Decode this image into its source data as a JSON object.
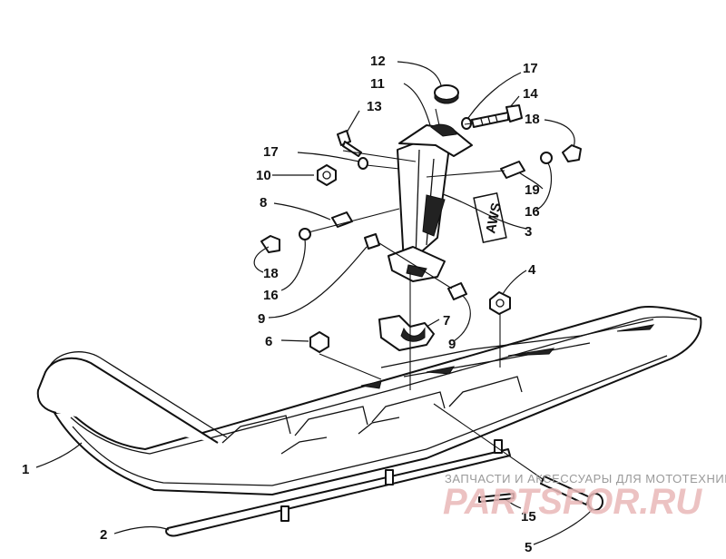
{
  "callouts": {
    "c1": "1",
    "c2": "2",
    "c3": "3",
    "c4": "4",
    "c5": "5",
    "c6": "6",
    "c7": "7",
    "c8": "8",
    "c9a": "9",
    "c9b": "9",
    "c10": "10",
    "c11": "11",
    "c12": "12",
    "c13": "13",
    "c14": "14",
    "c15": "15",
    "c16a": "16",
    "c16b": "16",
    "c17a": "17",
    "c17b": "17",
    "c18a": "18",
    "c18b": "18",
    "c19": "19"
  },
  "decal": {
    "text": "AWS"
  },
  "watermark": {
    "caption": "ЗАПЧАСТИ И АКСЕССУАРЫ ДЛЯ МОТОТЕХНИКИ",
    "logo": "PARTSFOR.RU"
  }
}
